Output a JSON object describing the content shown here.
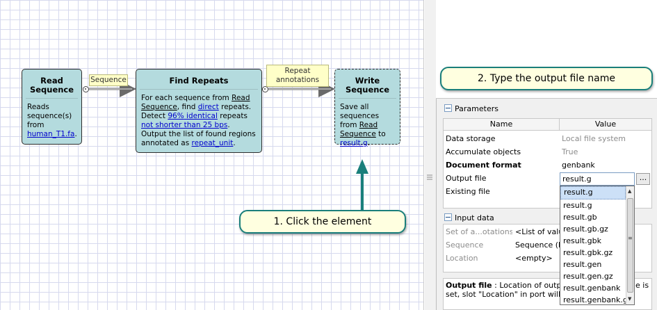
{
  "nodes": {
    "read": {
      "title": "Read Sequence",
      "body_prefix": "Reads sequence(s) from ",
      "file_link": "human_T1.fa",
      "body_suffix": "."
    },
    "find": {
      "title": "Find Repeats",
      "line1a": "For each sequence from ",
      "line1_link": "Read Sequence",
      "line1b": ", find ",
      "direct": "direct",
      "line2a": " repeats. Detect ",
      "pct": "96%",
      "sp": " ",
      "identical": "identical",
      "line2b": " repeats ",
      "not_shorter": "not shorter than",
      "sp2": " ",
      "bps": "25 bps",
      "line2c": ".",
      "line3": "Output the list of found regions annotated as ",
      "unit": "repeat_unit",
      "line3b": "."
    },
    "write": {
      "title": "Write Sequence",
      "body_a": "Save all sequences from ",
      "link": "Read Sequence",
      "body_b": " to ",
      "file": "result.g",
      "body_c": "."
    }
  },
  "links": {
    "sequence": "Sequence",
    "repeat_annotations": "Repeat annotations"
  },
  "callouts": {
    "click": "1. Click the element",
    "type": "2. Type the output file name"
  },
  "parameters": {
    "header": "Parameters",
    "col_name": "Name",
    "col_value": "Value",
    "rows": [
      {
        "name": "Data storage",
        "value": "Local file system"
      },
      {
        "name": "Accumulate objects",
        "value": "True"
      },
      {
        "name": "Document format",
        "value": "genbank"
      },
      {
        "name": "Output file",
        "value": "result.g"
      },
      {
        "name": "Existing file",
        "value": ""
      }
    ],
    "browse_label": "..."
  },
  "dropdown": {
    "options": [
      "result.g",
      "result.g",
      "result.gb",
      "result.gb.gz",
      "result.gbk",
      "result.gbk.gz",
      "result.gen",
      "result.gen.gz",
      "result.genbank",
      "result.genbank.g"
    ]
  },
  "input_data": {
    "header": "Input data",
    "rows": [
      {
        "name": "Set of a...otations",
        "value": "<List of valu"
      },
      {
        "name": "Sequence",
        "value": "Sequence (b"
      },
      {
        "name": "Location",
        "value": "<empty>"
      }
    ]
  },
  "help": {
    "label": "Output file",
    "text_a": " : Location of output d",
    "text_b": "e is",
    "line2": "set, slot \"Location\" in port will not"
  },
  "colors": {
    "node_fill": "#b4dbde",
    "callout_border": "#1a7f7b",
    "callout_fill": "#ffffe0",
    "arrow": "#1a7f7b"
  }
}
